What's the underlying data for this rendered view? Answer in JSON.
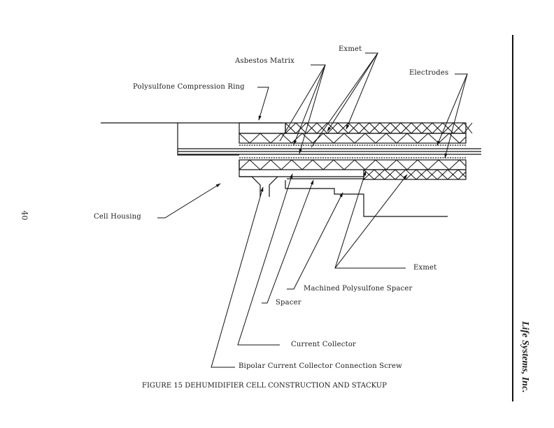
{
  "page": {
    "page_number": "40",
    "brand": "Life Systems, Inc.",
    "caption": "FIGURE 15  DEHUMIDIFIER CELL CONSTRUCTION AND STACKUP"
  },
  "labels": {
    "asbestos_matrix": "Asbestos Matrix",
    "exmet_top": "Exmet",
    "electrodes": "Electrodes",
    "compression_ring": "Polysulfone Compression Ring",
    "cell_housing": "Cell Housing",
    "exmet_bottom": "Exmet",
    "machined_spacer": "Machined Polysulfone Spacer",
    "spacer": "Spacer",
    "current_collector": "Current Collector",
    "connection_screw": "Bipolar Current Collector Connection Screw"
  }
}
